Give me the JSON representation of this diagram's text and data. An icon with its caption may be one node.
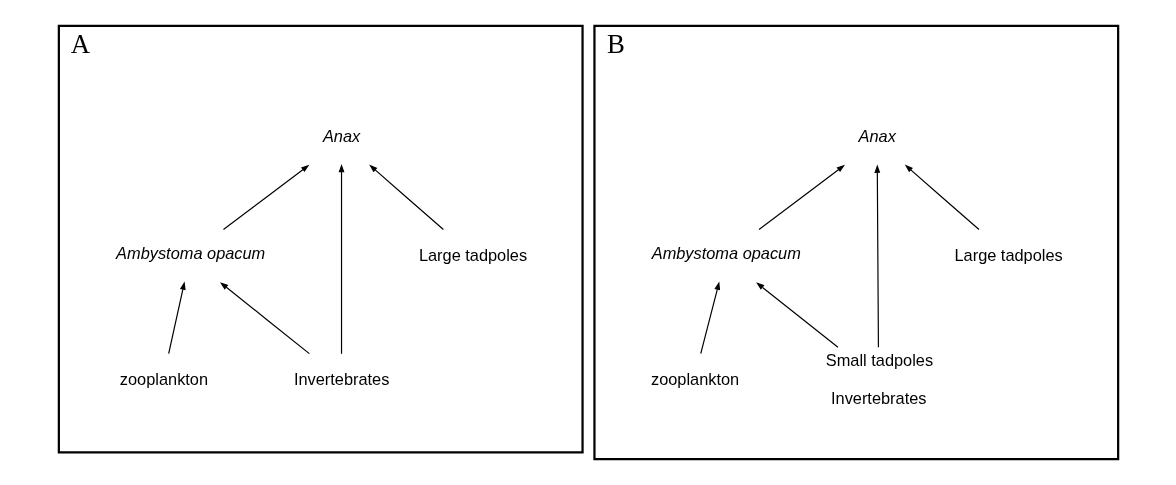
{
  "diagram": {
    "nodes": [
      {
        "text": [
          "A"
        ]
      },
      {
        "text": [
          "Anax"
        ],
        "in": 0
      },
      {
        "text": [
          "Ambystoma opacum"
        ],
        "in": 0
      },
      {
        "text": [
          "Large tadpoles"
        ],
        "in": 0
      },
      {
        "text": [
          "Invertebrates"
        ],
        "in": 0
      },
      {
        "text": [
          "zooplankton"
        ],
        "in": 0
      },
      {
        "text": [
          "B"
        ]
      },
      {
        "text": [
          "Anax"
        ],
        "in": 6
      },
      {
        "text": [
          "Ambystoma opacum"
        ],
        "in": 6
      },
      {
        "text": [
          "Large tadpoles"
        ],
        "in": 6
      },
      {
        "text": [
          "Small tadpoles",
          "Invertebrates"
        ],
        "in": 6
      },
      {
        "text": [
          "zooplankton"
        ],
        "in": 6
      }
    ],
    "edges": [
      {
        "from": 3,
        "to": 1,
        "arrow": "to"
      },
      {
        "from": 4,
        "to": 1,
        "arrow": "to"
      },
      {
        "from": 4,
        "to": 2,
        "arrow": "to"
      },
      {
        "from": 2,
        "to": 1,
        "arrow": "to"
      },
      {
        "from": 5,
        "to": 2,
        "arrow": "to"
      },
      {
        "from": 9,
        "to": 7,
        "arrow": "to"
      },
      {
        "from": 10,
        "to": 7,
        "arrow": "to"
      },
      {
        "from": 10,
        "to": 8,
        "arrow": "to"
      },
      {
        "from": 8,
        "to": 7,
        "arrow": "to"
      },
      {
        "from": 11,
        "to": 8,
        "arrow": "to"
      }
    ]
  }
}
